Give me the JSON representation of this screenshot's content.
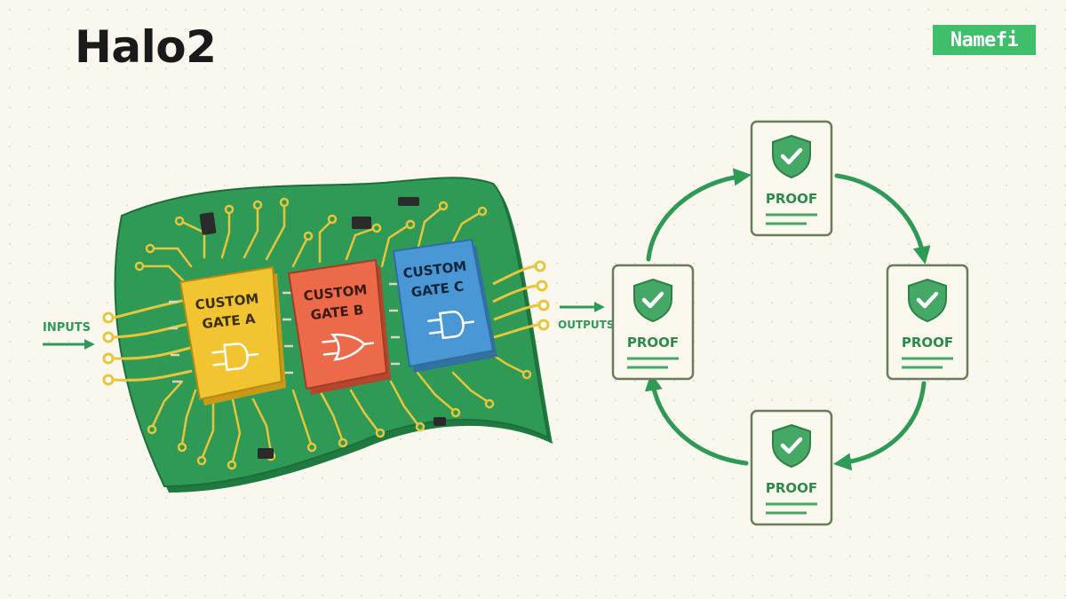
{
  "title": "Halo2",
  "logo": {
    "text": "Namefi"
  },
  "colors": {
    "board": "#2e9a55",
    "board_edge": "#1f7a40",
    "trace": "#e8c53a",
    "arrow": "#2e9a55",
    "gate_a": "#f2c431",
    "gate_b": "#ec6a4a",
    "gate_c": "#4a97d6",
    "shield": "#45a865",
    "card_fill": "#fbf8ee",
    "card_border": "#6a7d5a"
  },
  "circuit": {
    "inputs_label": "INPUTS",
    "outputs_label": "OUTPUTS",
    "gates": [
      {
        "line1": "CUSTOM",
        "line2": "GATE A",
        "icon": "and-gate-icon"
      },
      {
        "line1": "CUSTOM",
        "line2": "GATE B",
        "icon": "or-gate-icon"
      },
      {
        "line1": "CUSTOM",
        "line2": "GATE C",
        "icon": "and-gate-icon"
      }
    ]
  },
  "proof_cycle": {
    "icon": "shield-check-icon",
    "cards": [
      {
        "label": "PROOF"
      },
      {
        "label": "PROOF"
      },
      {
        "label": "PROOF"
      },
      {
        "label": "PROOF"
      }
    ]
  }
}
